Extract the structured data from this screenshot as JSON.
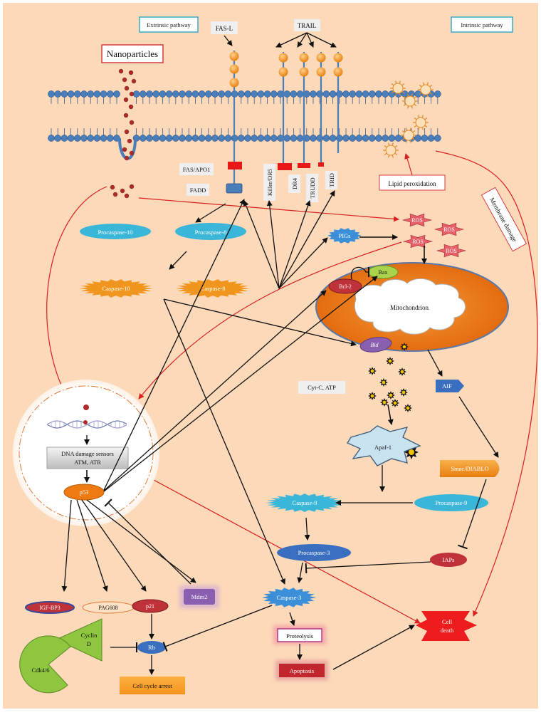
{
  "labels": {
    "extrinsic": "Extrinsic pathway",
    "intrinsic": "Intrinsic pathway",
    "nanoparticles": "Nanoparticles",
    "fasl": "FAS-L",
    "trail": "TRAIL",
    "fas_apo1": "FAS/APO1",
    "fadd": "FADD",
    "killer_dr5": "Killer/DR5",
    "dr4": "DR4",
    "trudd": "TRUDD",
    "trid": "TRID",
    "lipid_peroxidation": "Lipid peroxidation",
    "membrane_damage": "Membrane damage",
    "ros": "ROS",
    "pigs": "PIGs",
    "procaspase10": "Procaspase-10",
    "procaspase8": "Procaspase-8",
    "caspase10": "Caspase-10",
    "caspase8": "Caspase-8",
    "bax": "Bax",
    "bcl2": "Bcl-2",
    "mitochondrion": "Mitochondrion",
    "bid": "Bid",
    "aif": "AIF",
    "cytc_atp": "Cyt-C, ATP",
    "apaf1": "Apaf-1",
    "smac": "Smac/DIABLO",
    "caspase9": "Caspase-9",
    "procaspase9": "Procaspase-9",
    "procaspase3": "Procaspase-3",
    "iaps": "IAPs",
    "caspase3": "Caspase-3",
    "proteolysis": "Proteolysis",
    "apoptosis": "Apoptosis",
    "cell_death_1": "Cell",
    "cell_death_2": "death",
    "dna_sensors_1": "DNA damage sensors",
    "dna_sensors_2": "ATM, ATR",
    "p53": "p53",
    "igfbp3": "IGF-BP3",
    "pag608": "PAG608",
    "p21": "p21",
    "mdm2": "Mdm2",
    "rb": "Rb",
    "cyclin_1": "Cyclin",
    "cyclin_2": "D",
    "cdk": "Cdk4/6",
    "cell_cycle_arrest": "Cell cycle arrest"
  },
  "colors": {
    "background": "#fcd9b9",
    "membrane_head": "#4a7ebb",
    "receptor_ball": "#f08c1c",
    "stimulus_arrow": "#d92020",
    "procaspase_cyan": "#3ab7d8",
    "caspase_orange": "#f0961e",
    "mito_orange": "#ea6c0a",
    "blue_procaspase3": "#3a6fbf",
    "proteolysis_border": "#b03a8c",
    "apoptosis_red": "#c0262c",
    "cell_death_red": "#ee1c1c",
    "green": "#8ec63f",
    "mdm2_purple": "#8a5fb0"
  }
}
